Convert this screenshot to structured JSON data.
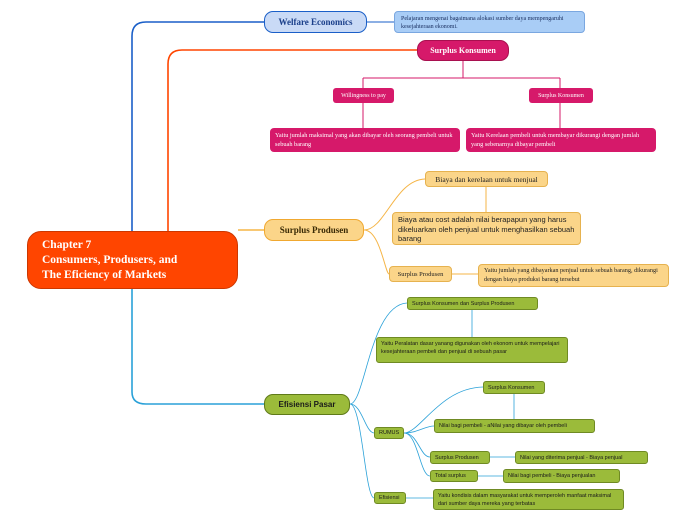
{
  "central": {
    "line1": "Chapter 7",
    "line2": "Consumers, Produsers, and",
    "line3": "The Eficiency of Markets"
  },
  "welfare": {
    "title": "Welfare Economics",
    "note": "Pelajaran mengenai bagaimana  alokasi sumber daya mempengaruhi kesejahteraan ekonomi."
  },
  "surplus_konsumen": {
    "title": "Surplus Konsumen",
    "left_label": "Willingness to pay",
    "right_label": "Surplus Konsumen",
    "left_note": "Yaitu jumlah maksimal yang akan dibayar oleh seorang pembeli untuk sebuah barang",
    "right_note": "Yaitu Kerelaan pembeli untuk membayar dikurangi dengan jumlah yang sebenarnya dibayar pembeli"
  },
  "surplus_produsen": {
    "title": "Surplus Produsen",
    "biaya_label": "Biaya dan kerelaan untuk menjual",
    "biaya_note": "Biaya atau cost adalah nilai berapapun yang harus dikeluarkan oleh penjual untuk menghasilkan sebuah barang",
    "sp_label": "Surplus Produsen",
    "sp_note": "Yaitu jumlah yang dibayarkan penjual untuk sebuah barang, dikurangi dengan biaya produksi barang tersebut"
  },
  "efisiensi": {
    "title": "Efisiensi Pasar",
    "sks_label": "Surplus Konsumen dan Surplus Produsen",
    "sks_note": "Yaitu Peralatan dasar yanang digunakan oleh ekonom untuk mempelajari kesejahteraan pembeli dan penjual di sebuah pasar",
    "rumus": "RUMUS",
    "rumus_sk": "Surplus Konsumen",
    "rumus_sk_formula": "Nilai bagi pembeli - aNilai yang dibayar oleh pembeli",
    "rumus_sp": "Surplus Produsen",
    "rumus_sp_formula": "Nilai yang diterima penjual - Biaya penjual",
    "total": "Total surplus",
    "total_formula": "Nilai bagi pembeli - Biaya penjualan",
    "efisiensi": "Efisiensi",
    "efisiensi_note": "Yaitu kondisis dalam masyarakat untuk memperoleh manfaat maksimal dari sumber daya mereka yang terbatas"
  },
  "colors": {
    "central": "#ff4500",
    "welfare": "#1a5fc8",
    "konsumen": "#d6196a",
    "produsen": "#fbd589",
    "efisiensi": "#9bbb3a"
  }
}
